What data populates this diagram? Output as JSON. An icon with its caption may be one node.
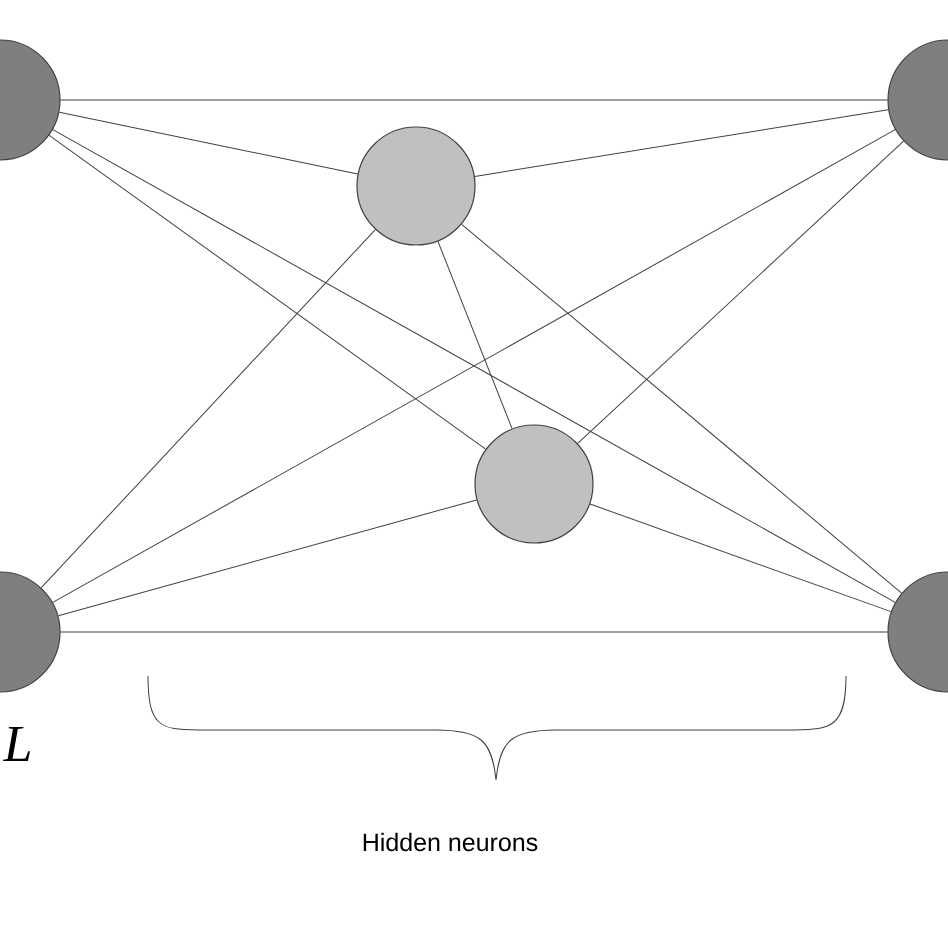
{
  "diagram": {
    "nodes": [
      {
        "text": [],
        "shape": "circle"
      },
      {
        "text": [],
        "shape": "circle"
      },
      {
        "text": [],
        "shape": "circle"
      },
      {
        "text": [],
        "shape": "circle"
      },
      {
        "text": [],
        "shape": "circle"
      },
      {
        "text": [],
        "shape": "circle"
      }
    ],
    "edges": [
      {
        "from": 0,
        "to": 1,
        "arrow": "none"
      },
      {
        "from": 0,
        "to": 2,
        "arrow": "none"
      },
      {
        "from": 0,
        "to": 3,
        "arrow": "none"
      },
      {
        "from": 0,
        "to": 5,
        "arrow": "none"
      },
      {
        "from": 1,
        "to": 2,
        "arrow": "none"
      },
      {
        "from": 1,
        "to": 3,
        "arrow": "none"
      },
      {
        "from": 1,
        "to": 4,
        "arrow": "none"
      },
      {
        "from": 2,
        "to": 3,
        "arrow": "none"
      },
      {
        "from": 2,
        "to": 4,
        "arrow": "none"
      },
      {
        "from": 2,
        "to": 5,
        "arrow": "none"
      },
      {
        "from": 3,
        "to": 4,
        "arrow": "none"
      },
      {
        "from": 3,
        "to": 5,
        "arrow": "none"
      },
      {
        "from": 4,
        "to": 5,
        "arrow": "none"
      }
    ],
    "labels": [
      "L",
      "Hidden neurons"
    ]
  }
}
